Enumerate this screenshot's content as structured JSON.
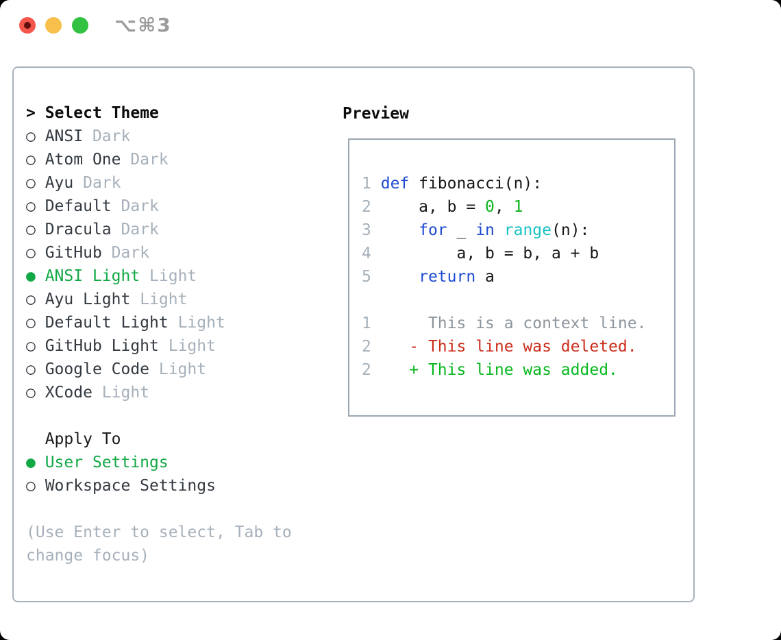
{
  "window": {
    "title": "⌥⌘3"
  },
  "left": {
    "header_marker": ">",
    "header": "Select Theme",
    "markers": {
      "selected": "●",
      "unselected": "○"
    },
    "themes": [
      {
        "name": "ANSI",
        "variant": "Dark",
        "selected": false
      },
      {
        "name": "Atom One",
        "variant": "Dark",
        "selected": false
      },
      {
        "name": "Ayu",
        "variant": "Dark",
        "selected": false
      },
      {
        "name": "Default",
        "variant": "Dark",
        "selected": false
      },
      {
        "name": "Dracula",
        "variant": "Dark",
        "selected": false
      },
      {
        "name": "GitHub",
        "variant": "Dark",
        "selected": false
      },
      {
        "name": "ANSI Light",
        "variant": "Light",
        "selected": true
      },
      {
        "name": "Ayu Light",
        "variant": "Light",
        "selected": false
      },
      {
        "name": "Default Light",
        "variant": "Light",
        "selected": false
      },
      {
        "name": "GitHub Light",
        "variant": "Light",
        "selected": false
      },
      {
        "name": "Google Code",
        "variant": "Light",
        "selected": false
      },
      {
        "name": "XCode",
        "variant": "Light",
        "selected": false
      }
    ],
    "apply_header": "Apply To",
    "apply_options": [
      {
        "label": "User Settings",
        "selected": true
      },
      {
        "label": "Workspace Settings",
        "selected": false
      }
    ],
    "help_lines": [
      "(Use Enter to select, Tab to",
      "change focus)"
    ]
  },
  "preview": {
    "header": "Preview",
    "lines": [
      {
        "segs": [
          [
            "1",
            "num"
          ],
          [
            " ",
            "code"
          ],
          [
            "def",
            "kw"
          ],
          [
            " fibonacci(n):",
            "code"
          ]
        ]
      },
      {
        "segs": [
          [
            "2",
            "num"
          ],
          [
            "     ",
            "code"
          ],
          [
            "a, b = ",
            "code"
          ],
          [
            "0",
            "lit"
          ],
          [
            ", ",
            "code"
          ],
          [
            "1",
            "lit"
          ]
        ]
      },
      {
        "segs": [
          [
            "3",
            "num"
          ],
          [
            "     ",
            "code"
          ],
          [
            "for",
            "kw"
          ],
          [
            " _ ",
            "code"
          ],
          [
            "in",
            "kw"
          ],
          [
            " ",
            "code"
          ],
          [
            "range",
            "bi"
          ],
          [
            "(n):",
            "code"
          ]
        ]
      },
      {
        "segs": [
          [
            "4",
            "num"
          ],
          [
            "         ",
            "code"
          ],
          [
            "a, b = b, a + b",
            "code"
          ]
        ]
      },
      {
        "segs": [
          [
            "5",
            "num"
          ],
          [
            "     ",
            "code"
          ],
          [
            "return",
            "kw"
          ],
          [
            " a",
            "code"
          ]
        ]
      },
      {
        "segs": []
      },
      {
        "segs": [
          [
            "1",
            "num"
          ],
          [
            "      ",
            "code"
          ],
          [
            "This is a context line.",
            "ctx"
          ]
        ]
      },
      {
        "segs": [
          [
            "2",
            "num"
          ],
          [
            "    ",
            "code"
          ],
          [
            "- This line was deleted.",
            "del"
          ]
        ]
      },
      {
        "segs": [
          [
            "2",
            "num"
          ],
          [
            "    ",
            "code"
          ],
          [
            "+ This line was added.",
            "add"
          ]
        ]
      }
    ]
  },
  "colors": {
    "selection_green": "#12a846",
    "keyword_blue": "#1e4bd2",
    "builtin_cyan": "#19c2c2",
    "literal_green": "#0db31c",
    "diff_red": "#cb2e1d",
    "diff_green": "#07b81f",
    "muted_gray": "#a6b0ba",
    "context_gray": "#8d959d",
    "panel_border": "#a9b2bc",
    "traffic_red": "#f4564c",
    "traffic_yellow": "#f6c04b",
    "traffic_green": "#32c142"
  }
}
